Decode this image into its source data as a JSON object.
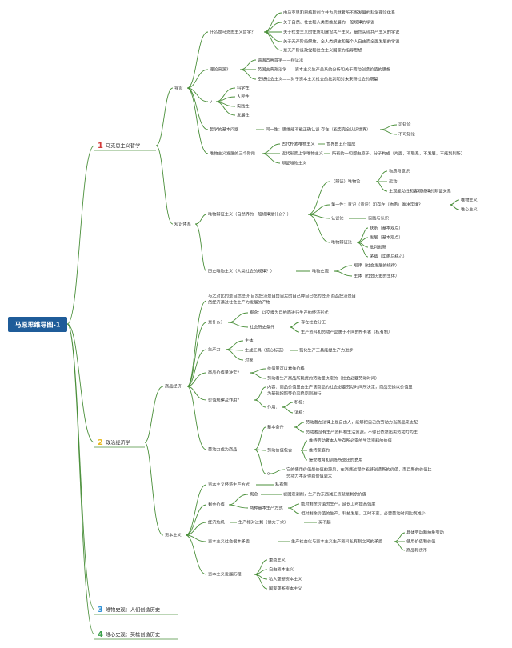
{
  "root": {
    "label": "马原思维导图-1"
  },
  "colors": {
    "link": "#4a8f3a",
    "root_bg": "#1f5c99",
    "root_text": "#ffffff",
    "num1": "#d23b3b",
    "num2": "#e8b91f",
    "num3": "#2c8fd6",
    "num4": "#3aa04a"
  },
  "branches": [
    {
      "num": "1",
      "label": "马克思主义哲学"
    },
    {
      "num": "2",
      "label": "政治经济学"
    },
    {
      "num": "3",
      "label": "唯物史观：人们创造历史"
    },
    {
      "num": "4",
      "label": "唯心史观：英雄创造历史"
    }
  ],
  "nodes": {
    "daolun": "导论",
    "zhishitixi": "知识体系",
    "what_is": "什么是马克思主义哲学？",
    "what_1": "由马克思和恩格斯创立并为后继者所不断发展的科学理论体系",
    "what_2": "关于自然、社会和人类思维发展的一般规律的学说",
    "what_3": "关于社会主义的性质和建设共产主义，最终实现共产主义的学说",
    "what_4": "关于无产阶级解放、全人类解放和每个人自由而全面发展的学说",
    "what_5": "是无产阶级政党和社会主义国家的指导思想",
    "sources": "理论来源？",
    "src_1": "德国古典哲学——辩证法",
    "src_2": "英国古典政治学——资本主义生产关系的分析和关于劳动创造价值的思想",
    "src_3": "空想社会主义——对于资本主义社会的批判和对未来新社会的期望",
    "v": "v",
    "v_1": "科学性",
    "v_2": "人民性",
    "v_3": "实践性",
    "v_4": "发展性",
    "basic": "哲学的基本问题",
    "basic_1": "同一性：思维能不能正确认识 存在（能否完全认识世界）",
    "basic_1a": "可知论",
    "basic_1b": "不可知论",
    "stages": "唯物主义发展的三个阶段",
    "stg_1": "古代朴素唯物主义",
    "stg_1a": "世界由五行组成",
    "stg_2": "近代形而上学唯物主义",
    "stg_2a": "所有的一切都由原子，分子构成（片面，不联系，不发展，不能判别新）",
    "stg_3": "辩证唯物主义",
    "dialectic": "唯物辩证主义（自然界的一般规律是什么？）",
    "dw": "（辩证）唯物论",
    "dw_1": "物质与意识",
    "dw_2": "运动",
    "dw_3": "主观能动性和客观规律的辩证关系",
    "dy": "第一性：意识（意识）和存在（物质）谁决定谁？",
    "dy_1": "唯物主义",
    "dy_2": "唯心主义",
    "rs": "认识论",
    "rs_1": "实践与认识",
    "bz": "唯物辩证法",
    "bz_1": "联系（基本观点）",
    "bz_2": "发展（基本观点）",
    "bz_3": "批判创新",
    "bz_4": "矛盾（实质与核心）",
    "hist": "历史唯物主义（人类社会的规律？）",
    "hist_1": "唯物史观",
    "hist_1a": "规律（社会发展的规律）",
    "hist_1b": "主体（社会历史的主体）",
    "intro_1": "与之对比的是自然经济 自然经济是自给自足的自己种自己吃的经济 商品经济是自",
    "intro_2": "然经济通过社会生产力发展的产物",
    "what_comm": "是什么？",
    "wc_1": "概念：以交换为目的而进行生产的经济形式",
    "wc_2": "社会历史条件",
    "wc_2a": "存在社会分工",
    "wc_2b": "生产资料和劳动产品属于不同的所有者（私有制）",
    "shengchanli": "生产力",
    "scl_1": "主体",
    "scl_2": "生成工具（核心标志）",
    "scl_2a": "强化生产工具能提生产力进步",
    "scl_3": "对象",
    "shangpinjingji": "商品经济",
    "jiazhi": "商品价值量决定？",
    "jz_1": "价值量可以看作价格",
    "jz_2": "劳动者生产商品所耗费的劳动量决定的（社会必要劳动时间）",
    "guilv": "价值规律及作用？",
    "gl_1": "内容：商品价值量由生产该商品的社会必要劳动时间所决定，商品交换以价值量",
    "gl_2": "为基础按照等价交换原则进行",
    "gl_z": "作用：",
    "gl_z1": "积极：",
    "gl_z2": "消极：",
    "laodongli": "劳动力成为商品",
    "ld_1": "基本条件",
    "ld_1a": "劳动者在法律上是自由人，能够把自己的劳动力当商品来支配",
    "ld_1b": "劳动者没有生产资料和生活资源，不得已依靠出卖劳动力为生",
    "ld_2": "劳动价值包含",
    "ld_2a": "维持劳动者本人生存所必需的生活资料的价值",
    "ld_2b": "维持家庭的",
    "ld_2c": "接受教育和训练所支出的费用",
    "ld_3": "o",
    "ld_3a": "它的使用价值是价值的源泉，在消费过程中能够创造新的价值，而且新的价值比",
    "ld_3b": "劳动力本身得到价值更大",
    "zibenzhuyi": "资本主义",
    "zb_1": "资本主义经济生产方式",
    "zb_1a": "私有制",
    "zb_2": "剩余价值",
    "zb_2a": "概念",
    "zb_2a1": "被固定剥削，生产的东西减工资就是剩余价值",
    "zb_2b": "两种基本生产方式",
    "zb_2b1": "绝对剩余价值的生产，延长工时提高强度",
    "zb_2b2": "相对剩余价值的生产，科技发展，工时不变，必要劳动时间比例减少",
    "zb_3": "经济危机",
    "zb_3a": "生产相对过剩（供大于求）",
    "zb_3b": "买不起",
    "zb_4": "资本主义社会根本矛盾",
    "zb_4a": "生产社会化与资本主义生产资料私有制之间的矛盾",
    "zb_4a1": "具体劳动和抽象劳动",
    "zb_4a2": "使用价值和价值",
    "zb_4a3": "商品和货币",
    "zb_5": "资本主义发展历程",
    "zb_5a": "重商主义",
    "zb_5b": "自由资本主义",
    "zb_5c": "私人垄断资本主义",
    "zb_5d": "国家垄断资本主义"
  }
}
